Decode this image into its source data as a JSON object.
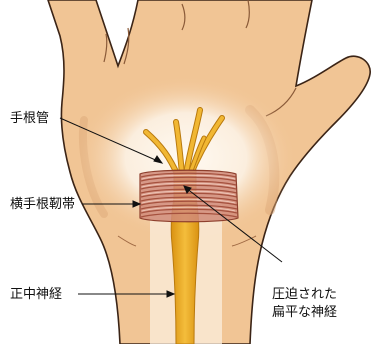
{
  "labels": {
    "carpal_tunnel": "手根管",
    "transverse_ligament": "横手根靭帯",
    "median_nerve": "正中神経",
    "compressed_line1": "圧迫された",
    "compressed_line2": "扁平な神経"
  },
  "colors": {
    "skin": "#f1c595",
    "skin_shadow": "#dba676",
    "outline": "#3b2416",
    "glow": "#fbeede",
    "nerve": "#e8a41d",
    "nerve_edge": "#b97a0e",
    "ligament": "#d08a78",
    "ligament_line": "#a5513e",
    "leader": "#111111"
  }
}
